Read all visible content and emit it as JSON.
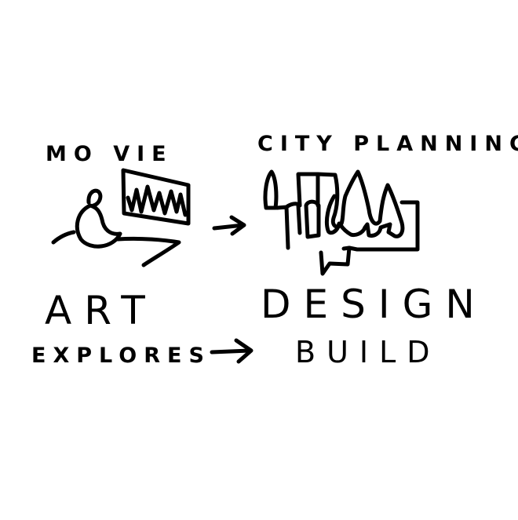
{
  "labels": {
    "movie": "MO VIE",
    "city_planning": "CITY PLANNING",
    "art": "ART",
    "design": "DESIGN",
    "explores": "EXPLORES",
    "build": "BUILD"
  },
  "colors": {
    "ink": "#000000",
    "background": "#ffffff"
  }
}
